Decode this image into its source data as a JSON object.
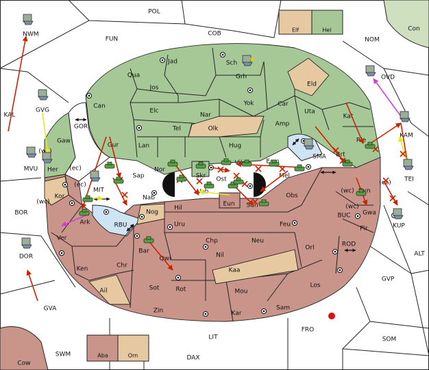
{
  "colors": {
    "power_green": "#a6c896",
    "power_red": "#c9948a",
    "neutral_tan": "#e6c9a0",
    "sea": "#ffffff",
    "water": "#cfe4f2",
    "outer_land": "#cfe0c0",
    "order_move": "#cc2200",
    "order_support": "#e8e820",
    "order_convoy": "#d040d0",
    "unit_army": "#5b9a4a",
    "unit_fleet": "#7a8fa8"
  },
  "outer_regions": {
    "pol": "POL",
    "cob": "COB",
    "fun": "FUN",
    "nom": "NOM",
    "con": "Con",
    "nwm": "NWM",
    "kal": "KAL",
    "ovd": "OVD",
    "gvg": "GVG",
    "mvu": "MVU",
    "bor": "BOR",
    "dor": "DOR",
    "gva": "GVA",
    "swm": "SWM",
    "lit": "LIT",
    "dax": "DAX",
    "cow": "Cow",
    "fro": "FRO",
    "som": "SOM",
    "gvp": "GVP",
    "alt": "ALT",
    "rod": "ROD",
    "kup": "KUP",
    "tei": "TEI",
    "kam": "KAM",
    "buc": "BUC",
    "gor": "GOR",
    "rbu": "RBU",
    "mit": "MIT",
    "sma": "SMA"
  },
  "legend_top": {
    "elf": "Elf",
    "hel": "Hel"
  },
  "legend_bottom": {
    "aba": "Aba",
    "orn": "Orn"
  },
  "coast_labels": {
    "wc": "(wc)",
    "ec": "(ec)"
  },
  "provinces": {
    "jad": "Jad",
    "sch": "Sch",
    "qua": "Qua",
    "jos": "Jos",
    "grh": "Grh",
    "can": "Can",
    "eld": "Eld",
    "elc": "Elc",
    "nar": "Nar",
    "yok": "Yok",
    "car": "Car",
    "uta": "Uta",
    "amp": "Amp",
    "tel": "Tel",
    "olk": "Olk",
    "kat": "Kat",
    "gaw": "Gaw",
    "gur": "Gur",
    "lan": "Lan",
    "hug": "Hug",
    "rle": "Rle",
    "brt": "Brt",
    "her": "Her",
    "nor": "Nor",
    "skr": "Skr",
    "vil": "Vil",
    "esm": "Esm",
    "mel": "Mel",
    "sap": "Sap",
    "ost": "Ost",
    "veb": "Veb",
    "eun": "Eun",
    "byn": "Byn",
    "kor": "Kor",
    "nab": "Nab",
    "sun": "Sun",
    "obs": "Obs",
    "gwa": "Gwa",
    "hil": "Hil",
    "nog": "Nog",
    "ark": "Ark",
    "uru": "Uru",
    "feu": "Feu",
    "pir": "Pir",
    "ver": "Ver",
    "chp": "Chp",
    "neu": "Neu",
    "orl": "Orl",
    "bar": "Bar",
    "qwi": "Qwi",
    "nil": "Nil",
    "ken": "Ken",
    "chr": "Chr",
    "kaa": "Kaa",
    "los": "Los",
    "ail": "Ail",
    "sot": "Sot",
    "rot": "Rot",
    "mou": "Mou",
    "sam": "Sam",
    "zin": "Zin",
    "kar": "Kar"
  }
}
